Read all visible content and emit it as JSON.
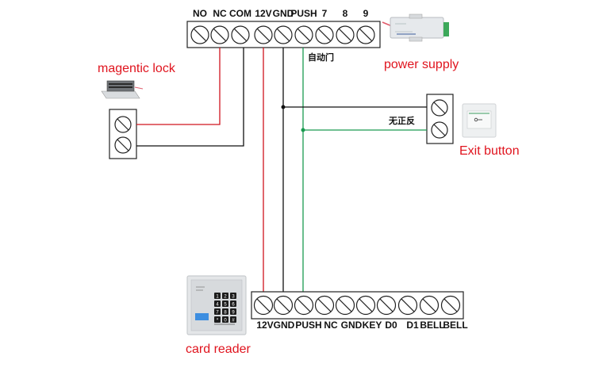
{
  "controller": {
    "terminals": [
      "NO",
      "NC",
      "COM",
      "12V",
      "GND",
      "PUSH",
      "7",
      "8",
      "9"
    ]
  },
  "card_reader": {
    "label": "card reader",
    "terminals": [
      "12V",
      "GND",
      "PUSH",
      "NC",
      "GND",
      "KEY",
      "D0",
      "D1",
      "BELL",
      "BELL"
    ],
    "keypad_keys": [
      "1",
      "2",
      "3",
      "4",
      "5",
      "6",
      "7",
      "8",
      "9",
      "*",
      "0",
      "#"
    ]
  },
  "components": {
    "magnetic_lock_label": "magentic lock",
    "power_supply_label": "power supply",
    "exit_button_label": "Exit button",
    "push_wire_note": "自动门",
    "exit_wire_note": "无正反"
  },
  "colors": {
    "red_wire": "#d0141e",
    "black_wire": "#111111",
    "green_wire": "#1a9a50",
    "label_red": "#e0141e"
  }
}
